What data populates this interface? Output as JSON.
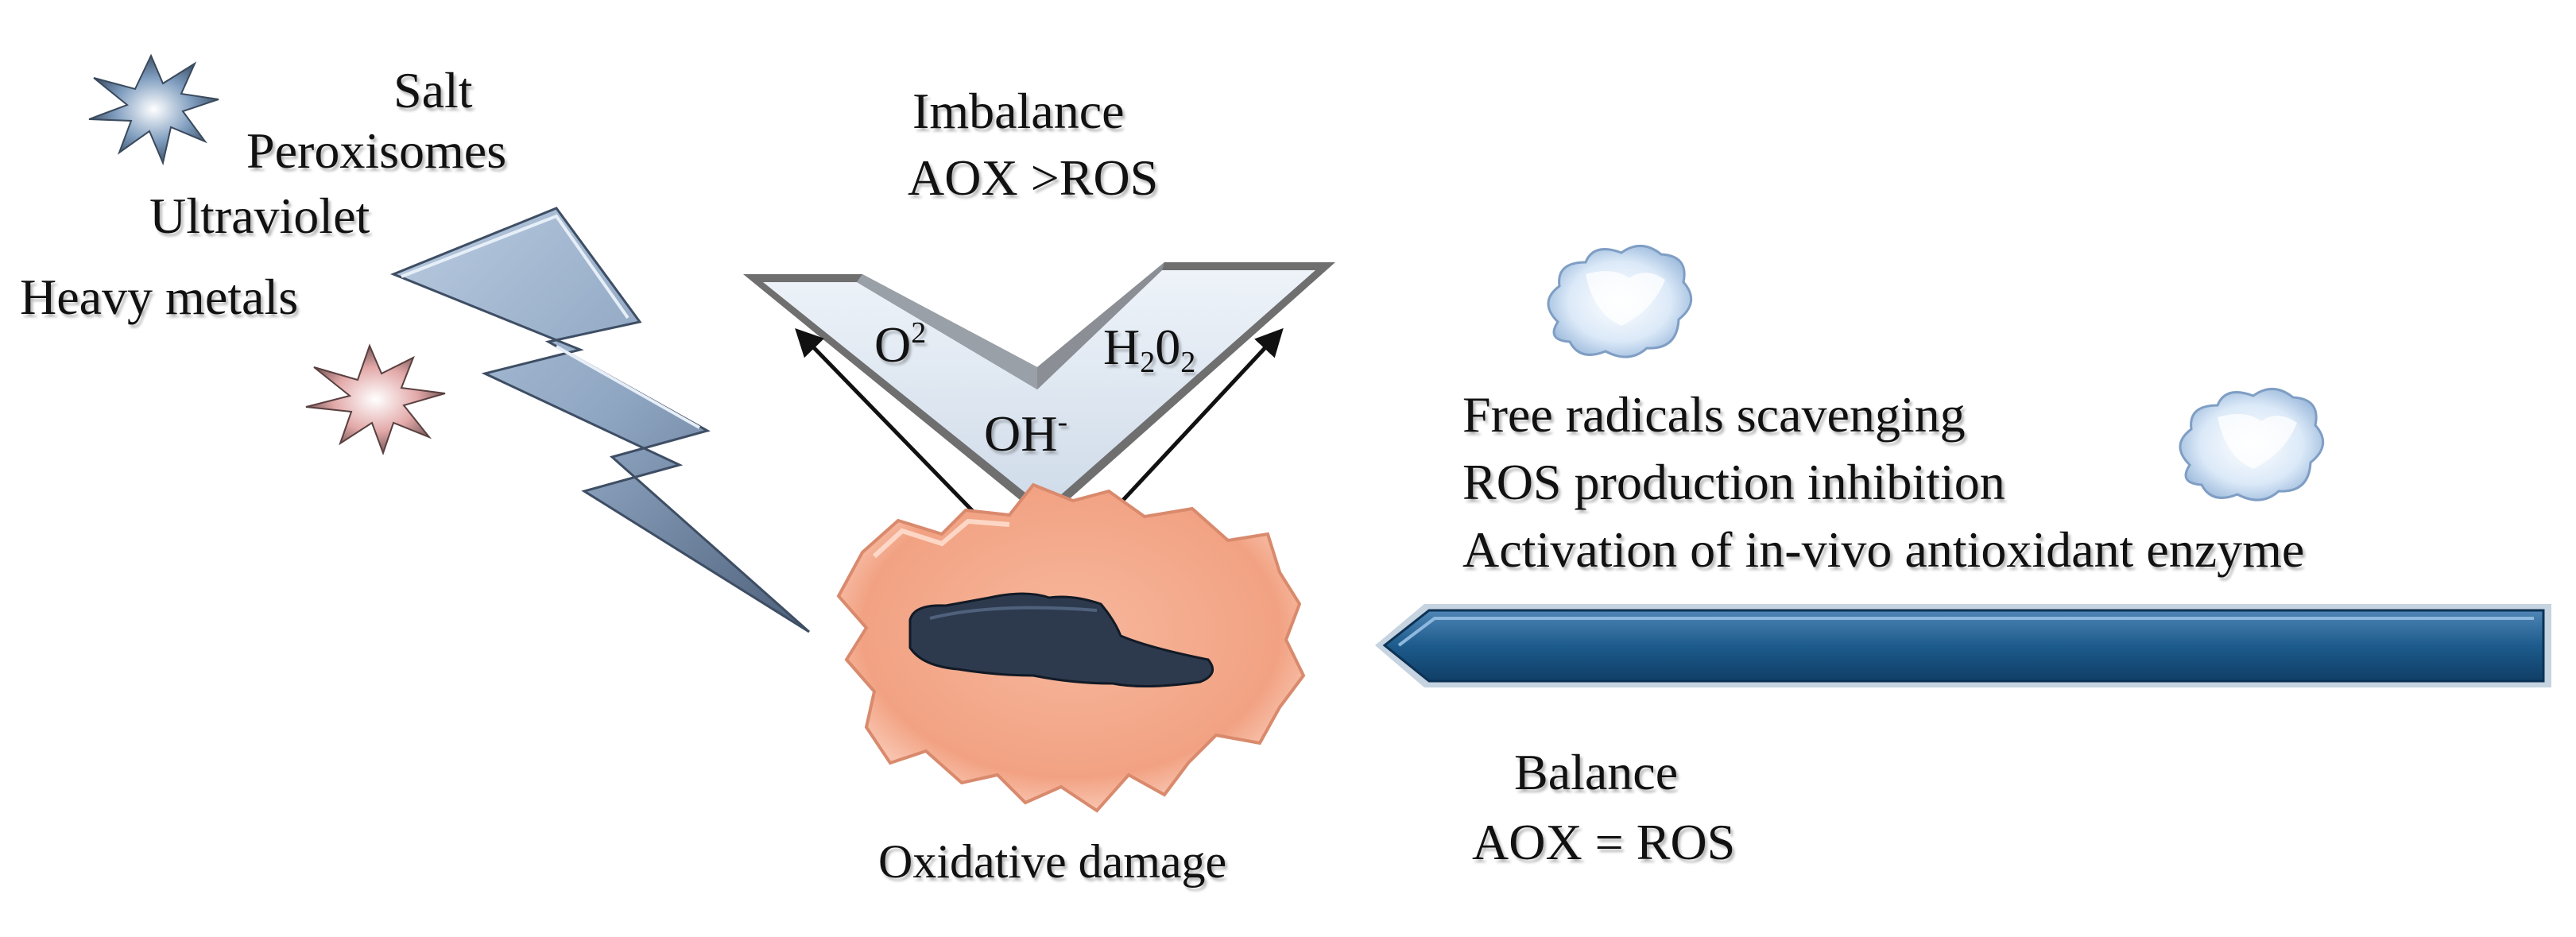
{
  "stressors": {
    "salt": "Salt",
    "peroxisomes": "Peroxisomes",
    "ultraviolet": "Ultraviolet",
    "heavy_metals": "Heavy metals"
  },
  "imbalance": {
    "line1": "Imbalance",
    "line2": "AOX >ROS"
  },
  "ros": {
    "o_base": "O",
    "o_sup": "2",
    "oh_base": "OH",
    "oh_sup": "-",
    "h_base": "H",
    "h_sub1": "2",
    "h_mid": "0",
    "h_sub2": "2"
  },
  "antioxidant_actions": [
    "Free radicals scavenging",
    "ROS production inhibition",
    "Activation of in-vivo antioxidant enzyme"
  ],
  "balance": {
    "line1": "Balance",
    "line2": "AOX = ROS"
  },
  "cell_caption": "Oxidative damage",
  "colors": {
    "lightning": "#8fa6c2",
    "v_light": "#dde7f2",
    "v_dark": "#6f6f70",
    "cell": "#f4ae93",
    "nucleus": "#2d3a4e",
    "arrow_bar": "#1d5b8c",
    "cloud": "#cfe1f6"
  },
  "icons": [
    "star-burst-icon",
    "cloud-icon",
    "lightning-bolt-icon",
    "arrow-icon"
  ]
}
